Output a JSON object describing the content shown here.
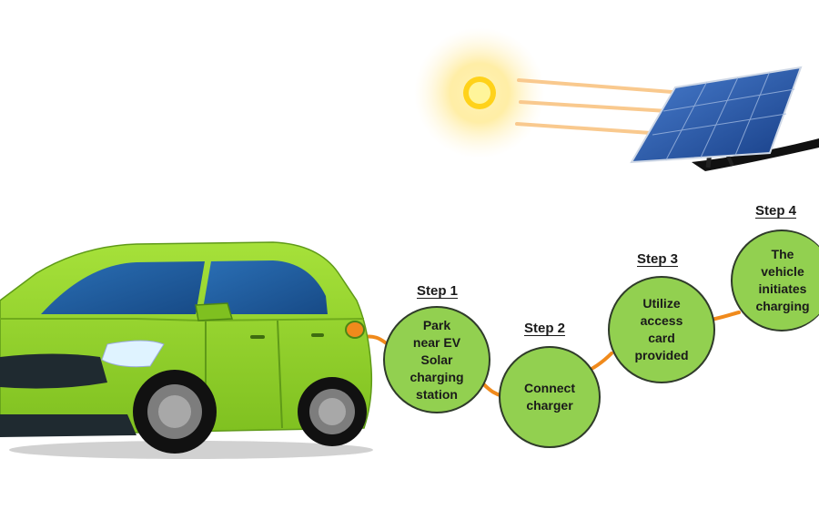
{
  "colors": {
    "car_body": "#8fd02a",
    "circle_fill": "#92d050",
    "connector": "#f08a1c",
    "sun": "#ffd21a",
    "panel": "#1f4fa0"
  },
  "icons": {
    "sun": "sun-icon",
    "solar_panel": "solar-panel-icon",
    "car": "electric-car-icon"
  },
  "steps": [
    {
      "label": "Step 1",
      "text": "Park\nnear EV\nSolar\ncharging\nstation"
    },
    {
      "label": "Step 2",
      "text": "Connect\ncharger"
    },
    {
      "label": "Step 3",
      "text": "Utilize\naccess\ncard\nprovided"
    },
    {
      "label": "Step 4",
      "text": "The\nvehicle\ninitiates\ncharging"
    }
  ]
}
